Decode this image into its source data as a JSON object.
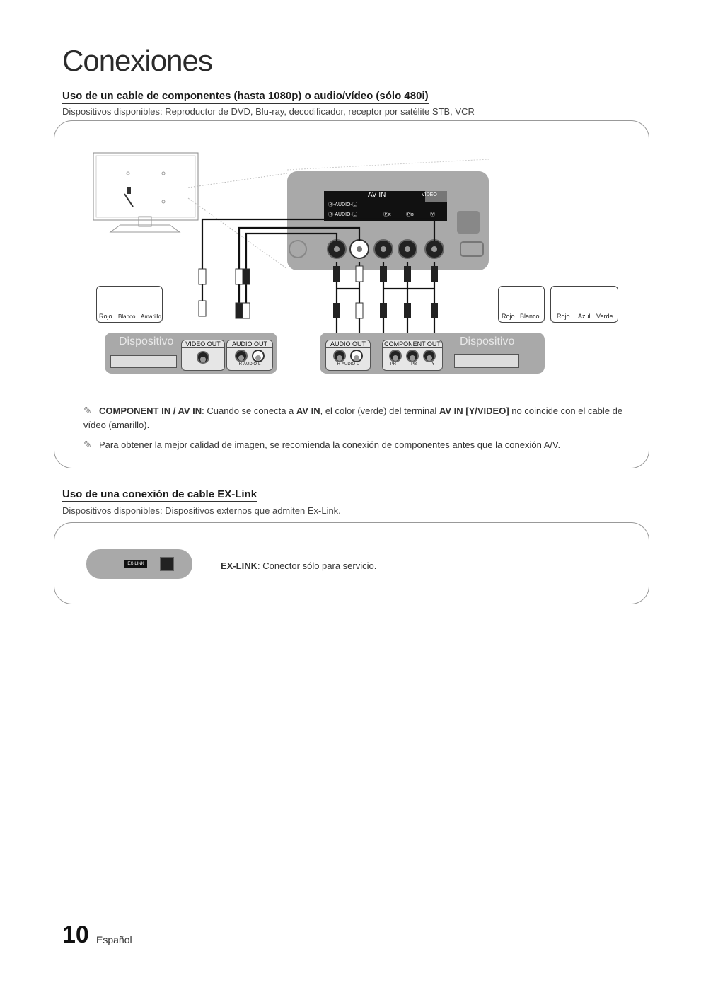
{
  "page": {
    "title": "Conexiones",
    "page_number": "10",
    "language": "Español"
  },
  "section1": {
    "title": "Uso de un cable de componentes (hasta 1080p) o audio/vídeo (sólo 480i)",
    "subtitle": "Dispositivos disponibles: Reproductor de DVD, Blu-ray, decodificador, receptor por satélite STB, VCR",
    "tv_panel": {
      "av_in": "AV IN",
      "audio_r_l": "Ⓡ-AUDIO-Ⓛ",
      "video": "VIDEO",
      "audio_r_l_2": "Ⓡ-AUDIO-Ⓛ",
      "pr": "Ⓟʀ",
      "pb": "Ⓟʙ",
      "y": "Ⓨ"
    },
    "left_colors": [
      "Rojo",
      "Blanco",
      "Amarillo"
    ],
    "right_colors_a": [
      "Rojo",
      "Blanco"
    ],
    "right_colors_b": [
      "Rojo",
      "Azul",
      "Verde"
    ],
    "device_left": {
      "label": "Dispositivo",
      "video_out": "VIDEO OUT",
      "audio_out": "AUDIO OUT",
      "r_audio_l": "R-AUDIO-L"
    },
    "device_right": {
      "label": "Dispositivo",
      "audio_out": "AUDIO OUT",
      "component_out": "COMPONENT OUT",
      "r_audio_l": "R-AUDIO-L",
      "pr": "PR",
      "pb": "PB",
      "y": "Y"
    },
    "notes": [
      {
        "bold1": "COMPONENT IN / AV IN",
        "text1": ": Cuando se conecta a ",
        "bold2": "AV IN",
        "text2": ", el color (verde) del terminal ",
        "bold3": "AV IN [Y/VIDEO]",
        "text3": " no coincide con el cable de vídeo (amarillo)."
      },
      {
        "text": "Para obtener la mejor calidad de imagen, se recomienda la conexión de componentes antes que la conexión A/V."
      }
    ]
  },
  "section2": {
    "title": "Uso de una conexión de cable EX-Link",
    "subtitle": "Dispositivos disponibles: Dispositivos externos que admiten Ex-Link.",
    "exlink_label": "EX-LINK",
    "note_bold": "EX-LINK",
    "note_text": ": Conector sólo para servicio."
  },
  "colors": {
    "panel_gray": "#a9a9a9",
    "frame_border": "#999999"
  }
}
